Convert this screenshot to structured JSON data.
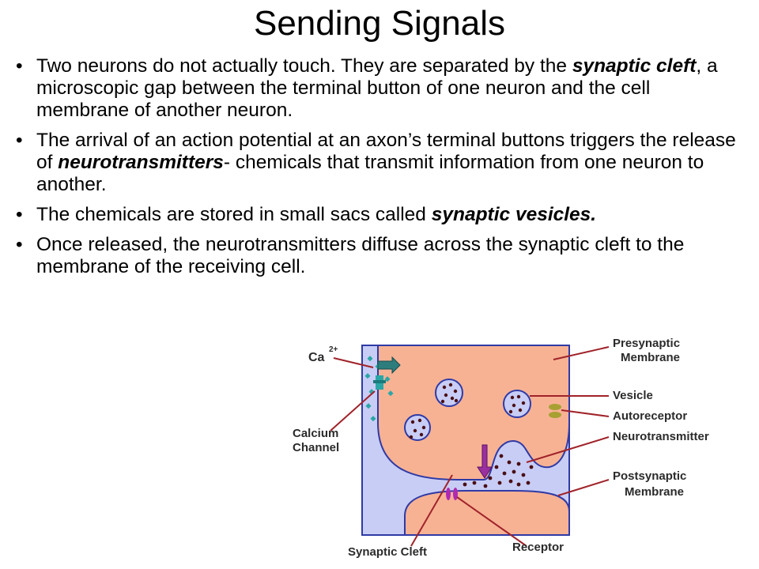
{
  "slide": {
    "title": "Sending Signals",
    "bullets": [
      {
        "pre": "Two neurons do not actually touch.  They are separated by the ",
        "term": "synaptic cleft",
        "post": ", a microscopic gap between the terminal button of one neuron and the cell membrane of another neuron."
      },
      {
        "pre": "The arrival of an action potential at an axon’s terminal buttons triggers the release of ",
        "term": "neurotransmitters",
        "post": "- chemicals that transmit information from one neuron to another."
      },
      {
        "pre": "The chemicals are stored in small sacs called ",
        "term": "synaptic vesicles.",
        "post": ""
      },
      {
        "pre": "Once released, the neurotransmitters diffuse across the synaptic cleft to the membrane of the receiving cell.",
        "term": "",
        "post": ""
      }
    ],
    "bullet_glyph": "•"
  },
  "diagram": {
    "labels": {
      "ca": "Ca",
      "ca_charge": "2+",
      "calcium_channel_1": "Calcium",
      "calcium_channel_2": "Channel",
      "presynaptic_1": "Presynaptic",
      "presynaptic_2": "Membrane",
      "vesicle": "Vesicle",
      "autoreceptor": "Autoreceptor",
      "neurotransmitter": "Neurotransmitter",
      "postsynaptic_1": "Postsynaptic",
      "postsynaptic_2": "Membrane",
      "synaptic_cleft": "Synaptic Cleft",
      "receptor": "Receptor"
    },
    "colors": {
      "background": "#c8cdf5",
      "cell": "#f7b294",
      "membrane": "#2f3aa6",
      "pointer": "#a0232a",
      "dots": "#4a0f14",
      "calcium": "#2aa6a6",
      "receptor": "#b02ab3",
      "autoreceptor": "#a8a032",
      "channel_arrow": "#2e7d7d",
      "release_arrow": "#9a2fa0"
    }
  }
}
